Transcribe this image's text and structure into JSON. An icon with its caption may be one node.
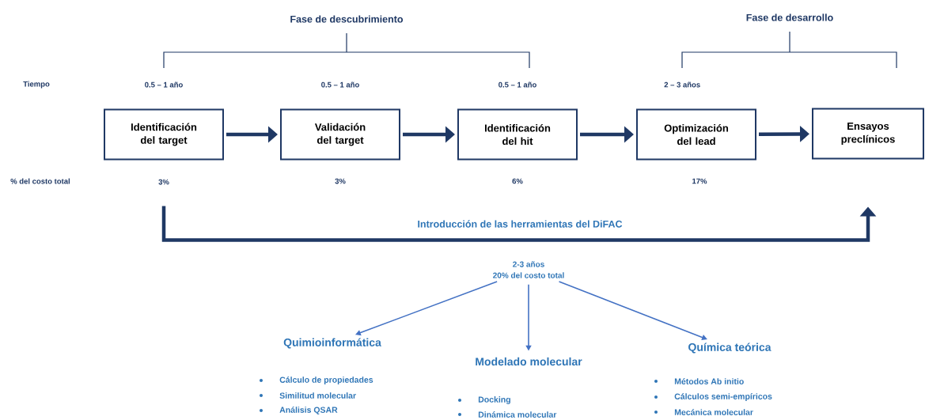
{
  "diagram": {
    "nodes": [
      {
        "text": [
          "Identificación del target"
        ]
      },
      {
        "text": [
          "Validación del target"
        ]
      },
      {
        "text": [
          "Identificación del hit"
        ]
      },
      {
        "text": [
          "Optimización del lead"
        ]
      },
      {
        "text": [
          "Ensayos preclínicos"
        ]
      },
      {
        "text": [
          "2-3 años",
          "20% del costo total"
        ]
      },
      {
        "text": [
          "Quimioinformática"
        ]
      },
      {
        "text": [
          "Modelado molecular"
        ]
      },
      {
        "text": [
          "Química teórica"
        ]
      }
    ],
    "edges": [
      {
        "from": 0,
        "to": 1,
        "arrow": "to"
      },
      {
        "from": 1,
        "to": 2,
        "arrow": "to"
      },
      {
        "from": 2,
        "to": 3,
        "arrow": "to"
      },
      {
        "from": 3,
        "to": 4,
        "arrow": "to"
      },
      {
        "from": 0,
        "to": 4,
        "arrow": "to",
        "label": "Introducción de las herramientas del DiFAC"
      },
      {
        "from": 5,
        "to": 6,
        "arrow": "to",
        "color": "#4472c4"
      },
      {
        "from": 5,
        "to": 7,
        "arrow": "to",
        "color": "#4472c4"
      },
      {
        "from": 5,
        "to": 8,
        "arrow": "to",
        "color": "#4472c4"
      }
    ],
    "labels": [
      "Fase de descubrimiento",
      "Fase de desarrollo",
      "Tiempo",
      "0.5 – 1 año",
      "0.5 – 1 año",
      "0.5 – 1 año",
      "2 – 3 años",
      "% del costo total",
      "3%",
      "3%",
      "6%",
      "17%",
      "Cálculo de propiedades",
      "Similitud molecular",
      "Análisis QSAR",
      "Docking",
      "Dinámica molecular",
      "Métodos Ab initio",
      "Cálculos semi-empíricos",
      "Mecánica molecular"
    ]
  }
}
